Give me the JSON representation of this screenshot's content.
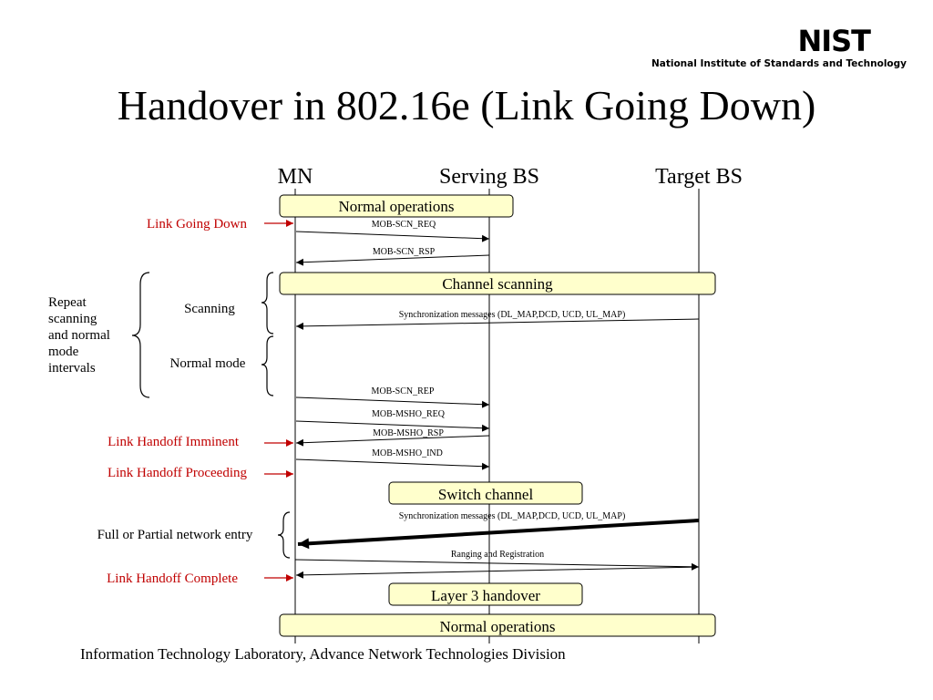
{
  "logo": {
    "wordmark": "NIST",
    "subtitle": "National Institute of Standards and Technology"
  },
  "slide": {
    "title": "Handover in 802.16e (Link Going Down)",
    "footer": "Information Technology Laboratory, Advance Network Technologies Division"
  },
  "colors": {
    "event_red": "#c00000",
    "box_fill": "#ffffcc"
  },
  "entities": [
    "MN",
    "Serving BS",
    "Target BS"
  ],
  "boxes": {
    "normal_ops_top": "Normal operations",
    "channel_scanning": "Channel scanning",
    "switch_channel": "Switch channel",
    "layer3": "Layer 3 handover",
    "normal_ops_bottom": "Normal operations"
  },
  "messages": {
    "scn_req": "MOB-SCN_REQ",
    "scn_rsp": "MOB-SCN_RSP",
    "sync1": "Synchronization messages (DL_MAP,DCD, UCD, UL_MAP)",
    "scn_rep": "MOB-SCN_REP",
    "msho_req": "MOB-MSHO_REQ",
    "msho_rsp": "MOB-MSHO_RSP",
    "msho_ind": "MOB-MSHO_IND",
    "sync2": "Synchronization messages (DL_MAP,DCD, UCD, UL_MAP)",
    "ranging": "Ranging and Registration"
  },
  "events": {
    "link_going_down": "Link Going Down",
    "link_handoff_imminent": "Link Handoff Imminent",
    "link_handoff_proceeding": "Link Handoff Proceeding",
    "link_handoff_complete": "Link Handoff Complete"
  },
  "side_labels": {
    "repeat": [
      "Repeat",
      "scanning",
      "and normal",
      "mode",
      "intervals"
    ],
    "scanning": "Scanning",
    "normal_mode": "Normal mode",
    "network_entry": "Full or Partial network entry"
  }
}
